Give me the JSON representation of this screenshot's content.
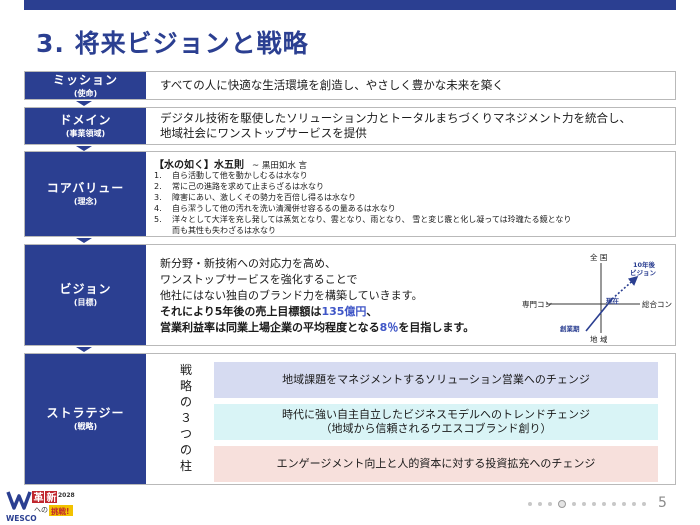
{
  "title": "3. 将来ビジョンと戦略",
  "mission": {
    "label": "ミッション",
    "sublabel": "(使命)",
    "text": "すべての人に快適な生活環境を創造し、やさしく豊かな未来を築く"
  },
  "domain": {
    "label": "ドメイン",
    "sublabel": "(事業領域)",
    "lines": [
      "デジタル技術を駆使したソリューション力とトータルまちづくりマネジメント力を統合し、",
      "地域社会にワンストップサービスを提供"
    ]
  },
  "core_value": {
    "label": "コアバリュー",
    "sublabel": "(理念)",
    "heading": "【水の如く】水五則",
    "author": "~ 黒田如水 言",
    "items": [
      {
        "num": "1.",
        "text": "自ら活動して他を動かしむるは水なり"
      },
      {
        "num": "2.",
        "text": "常に己の進路を求めて止まらざるは水なり"
      },
      {
        "num": "3.",
        "text": "障害にあい、激しくその勢力を百倍し得るは水なり"
      },
      {
        "num": "4.",
        "text": "自ら潔うして他の汚れを洗い清濁併せ容るるの量あるは水なり"
      },
      {
        "num": "5.",
        "text": "洋々として大洋を充し発しては蒸気となり、雲となり、雨となり、 雪と変じ霰と化し凝っては玲瓏たる鏡となり"
      }
    ],
    "continuation": "而も其性も失わざるは水なり"
  },
  "vision": {
    "label": "ビジョン",
    "sublabel": "(目標)",
    "lines": [
      "新分野・新技術への対応力を高め、",
      "ワンストップサービスを強化することで",
      "他社にはない独自のブランド力を構築していきます。"
    ],
    "target_line1_pre": "それにより",
    "target_line1_mid": "5年後の売上目標額は",
    "target_sales": "135億円",
    "target_line1_post": "、",
    "target_line2_pre": "営業利益率は同業上場企業の平均程度となる",
    "target_margin": "8％",
    "target_line2_post": "を目指します。",
    "diagram": {
      "axis_top": "全 国",
      "axis_bottom": "地 域",
      "axis_left": "専門コン",
      "axis_right": "総合コン",
      "point_future": "10年後",
      "point_future2": "ビジョン",
      "point_now": "現在",
      "point_founding": "創業期"
    }
  },
  "strategy": {
    "label": "ストラテジー",
    "sublabel": "(戦略)",
    "pillar_chars": [
      "戦",
      "略",
      "の",
      "３",
      "つ",
      "の",
      "柱"
    ],
    "pillars": [
      {
        "line1": "地域課題をマネジメントするソリューション営業へのチェンジ",
        "line2": ""
      },
      {
        "line1": "時代に強い自主自立したビジネスモデルへのトレンドチェンジ",
        "line2": "（地域から信頼されるウエスコブランド創り）"
      },
      {
        "line1": "エンゲージメント向上と人的資本に対する投資拡充へのチェンジ",
        "line2": ""
      }
    ]
  },
  "footer": {
    "logo_text": "WESCO",
    "logo_badge1": "革",
    "logo_badge2": "新",
    "logo_year": "2028",
    "logo_tag1": "への",
    "logo_tag2": "挑戦!",
    "page_number": "5",
    "page_dots_total": 12,
    "page_dots_active": 4
  },
  "colors": {
    "brand_navy": "#2b3f91",
    "highlight_blue": "#3f56c7",
    "pillar1_bg": "#d6dbf1",
    "pillar2_bg": "#d9f4f6",
    "pillar3_bg": "#f7e0dc"
  }
}
